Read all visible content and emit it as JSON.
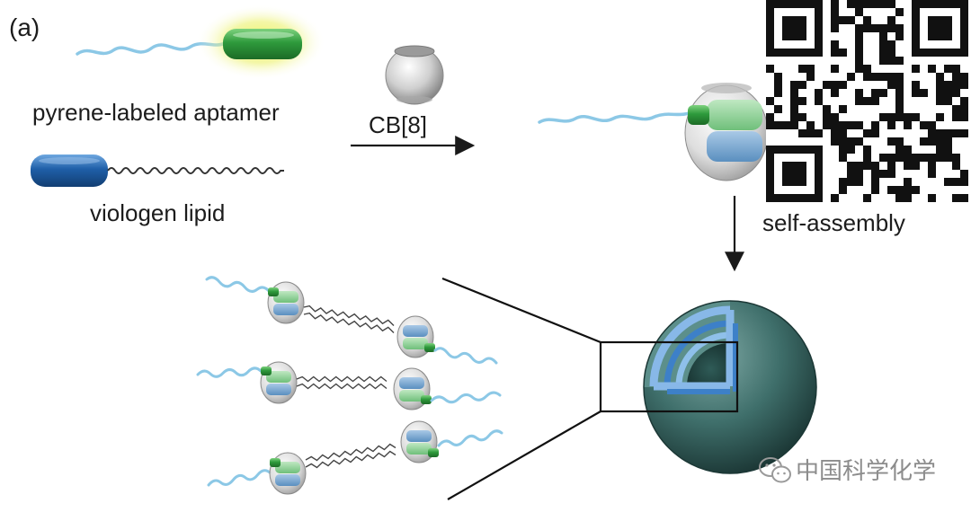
{
  "figure": {
    "panel_label": "(a)",
    "labels": {
      "aptamer": "pyrene-labeled aptamer",
      "lipid": "viologen lipid",
      "host": "CB[8]",
      "assembly": "self-assembly"
    }
  },
  "watermark": {
    "text": "中国科学化学",
    "icon": "wechat-icon"
  },
  "qr_code": {
    "icon": "qr-code"
  },
  "colors": {
    "aptamer_strand": "#8cc8e6",
    "pyrene_green": "#2e9a3c",
    "glow": "#e6f04a",
    "viologen_blue": "#1f5fa8",
    "lipid_tail": "#333333",
    "cb8_gray": "#c8c8c8",
    "vesicle_teal": "#3f6f6b",
    "membrane_blue": "#4a90d0"
  }
}
